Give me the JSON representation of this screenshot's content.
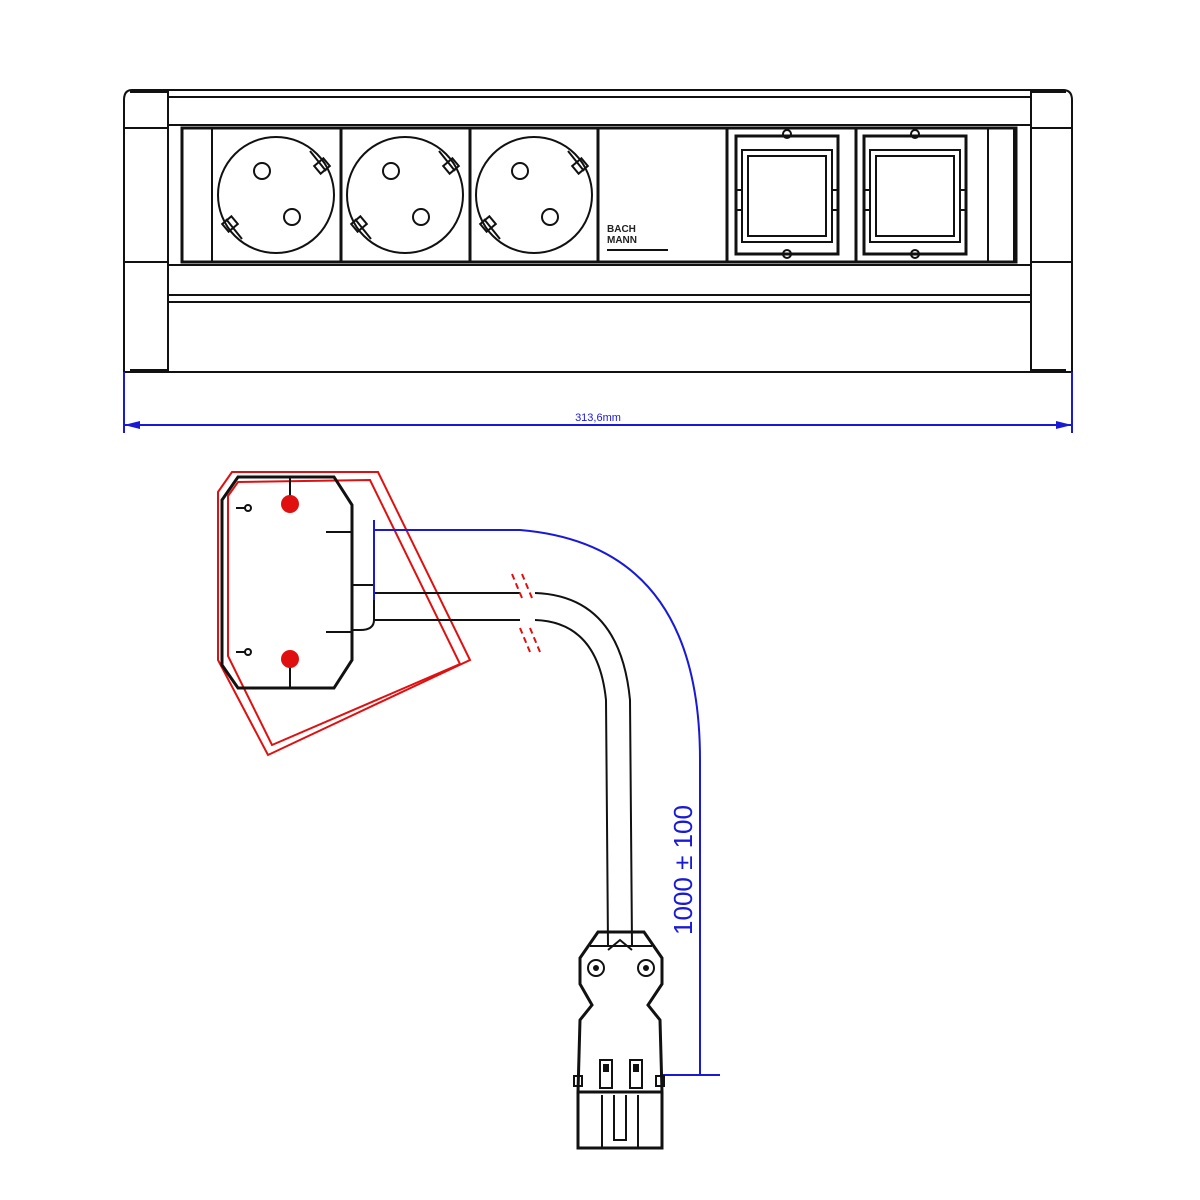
{
  "drawing": {
    "brand_line1": "BACH",
    "brand_line2": "MANN",
    "width_dimension": "313,6mm",
    "cable_length_dimension": "1000 ± 100"
  },
  "modules": [
    {
      "type": "schuko-socket"
    },
    {
      "type": "schuko-socket"
    },
    {
      "type": "schuko-socket"
    },
    {
      "type": "blank-plate-with-logo"
    },
    {
      "type": "data-module"
    },
    {
      "type": "data-module"
    }
  ],
  "colors": {
    "line": "#111111",
    "dimension": "#1a1ad6",
    "highlight": "#e01010"
  }
}
